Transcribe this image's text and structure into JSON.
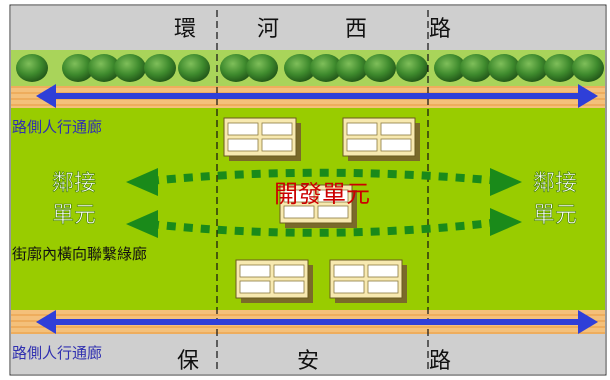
{
  "roads": {
    "top": [
      "環",
      "河",
      "西",
      "路"
    ],
    "bottom": [
      "保",
      "安",
      "路"
    ]
  },
  "labels": {
    "sidewalk_top": "路側人行通廊",
    "sidewalk_bottom": "路側人行通廊",
    "neighbor_left": [
      "鄰接",
      "單元"
    ],
    "neighbor_right": [
      "鄰接",
      "單元"
    ],
    "development_unit": "開發單元",
    "cross_block_corridor": "街廓內橫向聯繫綠廊"
  },
  "colors": {
    "road": "#c8c8c8",
    "grass": "#99cc00",
    "sidewalk": "#f2b66b",
    "arrow_blue": "#2f3fd8",
    "arrow_green": "#1a8a1a",
    "dev_text": "#cc0000",
    "neighbor_text": "#ffffff",
    "blue_text": "#3030b0"
  }
}
